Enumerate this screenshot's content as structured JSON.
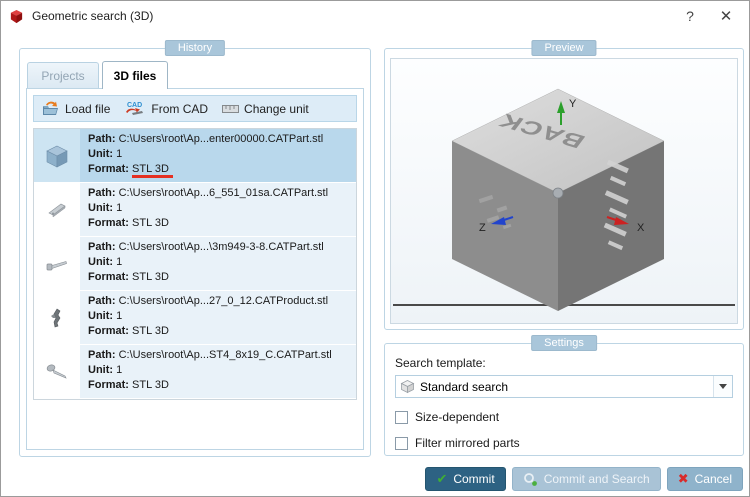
{
  "window": {
    "title": "Geometric search (3D)",
    "help_glyph": "?",
    "close_glyph": "✕"
  },
  "history": {
    "label": "History",
    "tabs": [
      {
        "label": "Projects",
        "active": false
      },
      {
        "label": "3D files",
        "active": true
      }
    ],
    "toolbar": [
      {
        "label": "Load file",
        "icon": "folder-load-icon"
      },
      {
        "label": "From CAD",
        "icon": "from-cad-icon"
      },
      {
        "label": "Change unit",
        "icon": "ruler-icon"
      }
    ],
    "row_labels": {
      "path": "Path:",
      "unit": "Unit:",
      "format": "Format:"
    },
    "files": [
      {
        "icon": "cube-part",
        "path": "C:\\Users\\root\\Ap...enter00000.CATPart.stl",
        "unit": "1",
        "format": "STL 3D",
        "selected": true,
        "format_underlined": true
      },
      {
        "icon": "bar-part",
        "path": "C:\\Users\\root\\Ap...6_551_01sa.CATPart.stl",
        "unit": "1",
        "format": "STL 3D",
        "selected": false
      },
      {
        "icon": "bolt-part",
        "path": "C:\\Users\\root\\Ap...\\3m949-3-8.CATPart.stl",
        "unit": "1",
        "format": "STL 3D",
        "selected": false
      },
      {
        "icon": "assembly-part",
        "path": "C:\\Users\\root\\Ap...27_0_12.CATProduct.stl",
        "unit": "1",
        "format": "STL 3D",
        "selected": false
      },
      {
        "icon": "screw-part",
        "path": "C:\\Users\\root\\Ap...ST4_8x19_C.CATPart.stl",
        "unit": "1",
        "format": "STL 3D",
        "selected": false
      }
    ]
  },
  "preview": {
    "label": "Preview",
    "cube_top_text": "BACK",
    "axis_x": "X",
    "axis_y": "Y",
    "axis_z": "Z"
  },
  "settings": {
    "label": "Settings",
    "search_template_label": "Search template:",
    "search_template_value": "Standard search",
    "checkboxes": [
      {
        "label": "Size-dependent",
        "checked": false
      },
      {
        "label": "Filter mirrored parts",
        "checked": false
      }
    ]
  },
  "footer": {
    "commit": "Commit",
    "commit_and_search": "Commit and Search",
    "cancel": "Cancel"
  },
  "colors": {
    "group_chip": "#a9c6da",
    "selection_row": "#b9d8ec",
    "row_bg": "#e9f2f9",
    "toolbar_bg": "#ddecf7",
    "commit_button": "#2d6283",
    "secondary_button": "#a9c3d6",
    "cancel_button": "#8fb3cb",
    "underline_annotation": "#e53022",
    "axis_x_color": "#cc2222",
    "axis_y_color": "#2ca02c",
    "axis_z_color": "#2244cc"
  }
}
